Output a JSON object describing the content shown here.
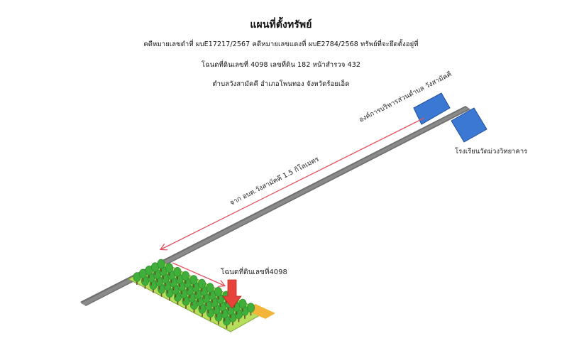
{
  "document": {
    "title": "แผนที่ตั้งทรัพย์",
    "line1": "คดีหมายเลขดำที่ ผบE17217/2567 คดีหมายเลขแดงที่ ผบE2784/2568 ทรัพย์ที่จะยึดตั้งอยู่ที่",
    "line2": "โฉนดที่ดินเลขที่ 4098 เลขที่ดิน 182 หน้าสำรวจ 432",
    "line3": "ตำบลวังสามัคคี อำเภอโพนทอง จังหวัดร้อยเอ็ด"
  },
  "map": {
    "sao_label": "องค์การบริหารส่วนตำบล วังสามัคคี",
    "school_label": "โรงเรียนวัดม่วงวิทยาคาร",
    "distance_label": "จาก อบต.วังสามัคคี 1.5 กิโลเมตร",
    "parcel_label": "โฉนดที่ดินเลขที่4098",
    "colors": {
      "road": "#6f6f6f",
      "building": "#3a78d4",
      "arrow_line": "#e2525f",
      "marker": "#e8433a",
      "grass": "#b6de5a",
      "tree": "#3fae3b",
      "path": "#f2b53a"
    }
  }
}
